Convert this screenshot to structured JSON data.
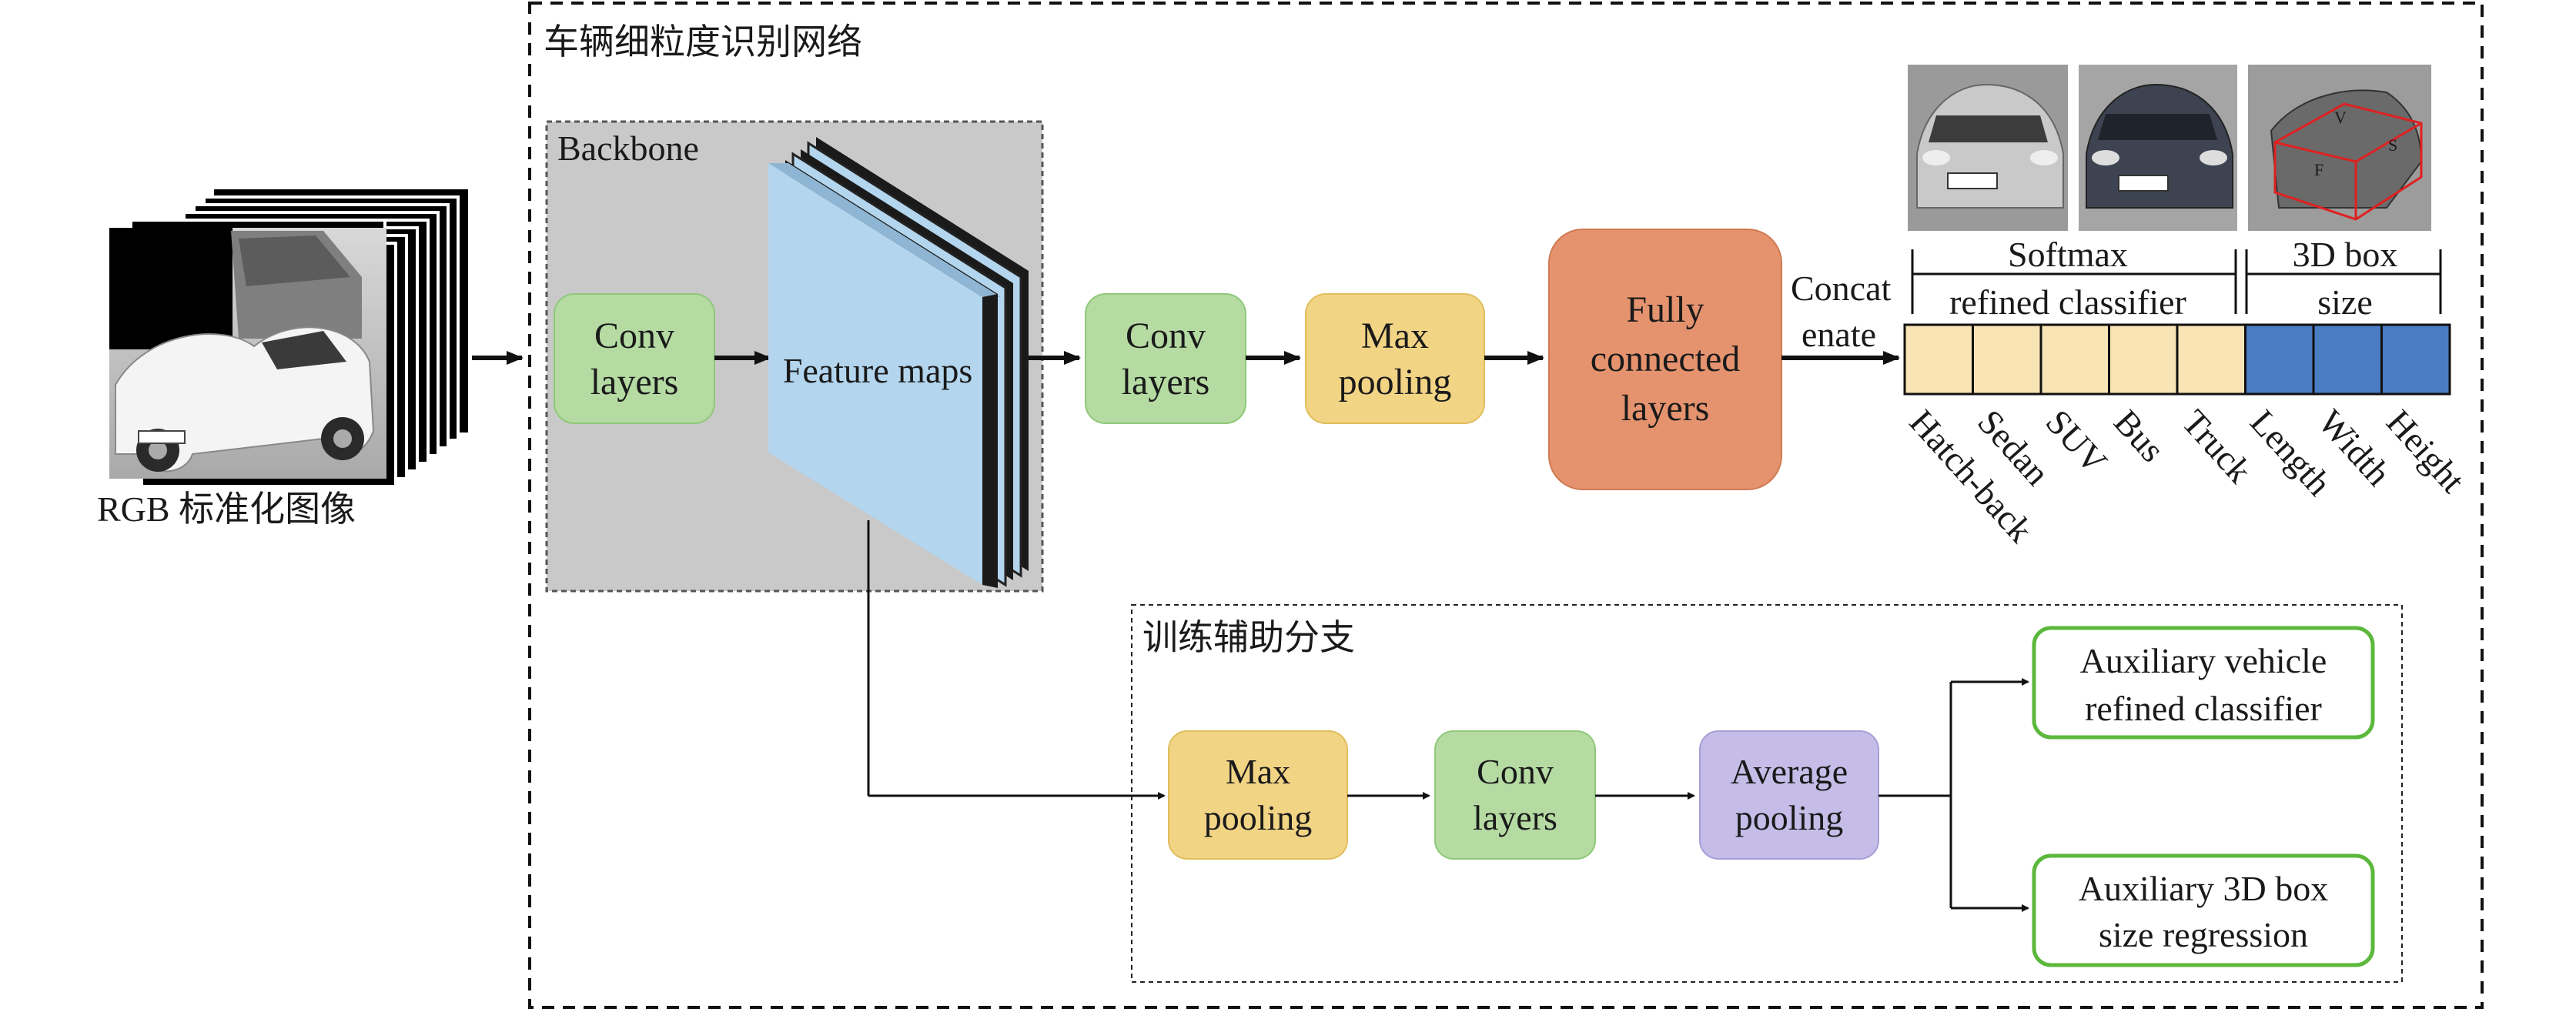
{
  "input": {
    "caption": "RGB 标准化图像"
  },
  "main_network": {
    "title": "车辆细粒度识别网络"
  },
  "backbone": {
    "title": "Backbone",
    "conv_line1": "Conv",
    "conv_line2": "layers",
    "feature_maps": "Feature maps"
  },
  "head": {
    "conv_line1": "Conv",
    "conv_line2": "layers",
    "pool_line1": "Max",
    "pool_line2": "pooling",
    "fc_line1": "Fully",
    "fc_line2": "connected",
    "fc_line3": "layers",
    "concat_line1": "Concat",
    "concat_line2": "enate"
  },
  "output": {
    "softmax_line1": "Softmax",
    "softmax_line2": "refined classifier",
    "box_line1": "3D box",
    "box_line2": "size",
    "class_labels": [
      "Hatch-back",
      "Sedan",
      "SUV",
      "Bus",
      "Truck"
    ],
    "size_labels": [
      "Length",
      "Width",
      "Height"
    ],
    "colors": {
      "class_cell": "#f8e4b4",
      "size_cell": "#4a7cc4"
    },
    "image_labels": [
      "V",
      "S",
      "F"
    ]
  },
  "aux_branch": {
    "title": "训练辅助分支",
    "pool_line1": "Max",
    "pool_line2": "pooling",
    "conv_line1": "Conv",
    "conv_line2": "layers",
    "avg_line1": "Average",
    "avg_line2": "pooling",
    "cls_line1": "Auxiliary vehicle",
    "cls_line2": "refined classifier",
    "reg_line1": "Auxiliary 3D box",
    "reg_line2": "size regression"
  },
  "colors": {
    "conv": "#b5dba3",
    "pool": "#f2d485",
    "fc": "#e5936e",
    "avg": "#c5bde8",
    "feature_map": "#b3d5ed",
    "backbone_bg": "#c9c9c9",
    "aux_border": "#5cb83c"
  }
}
